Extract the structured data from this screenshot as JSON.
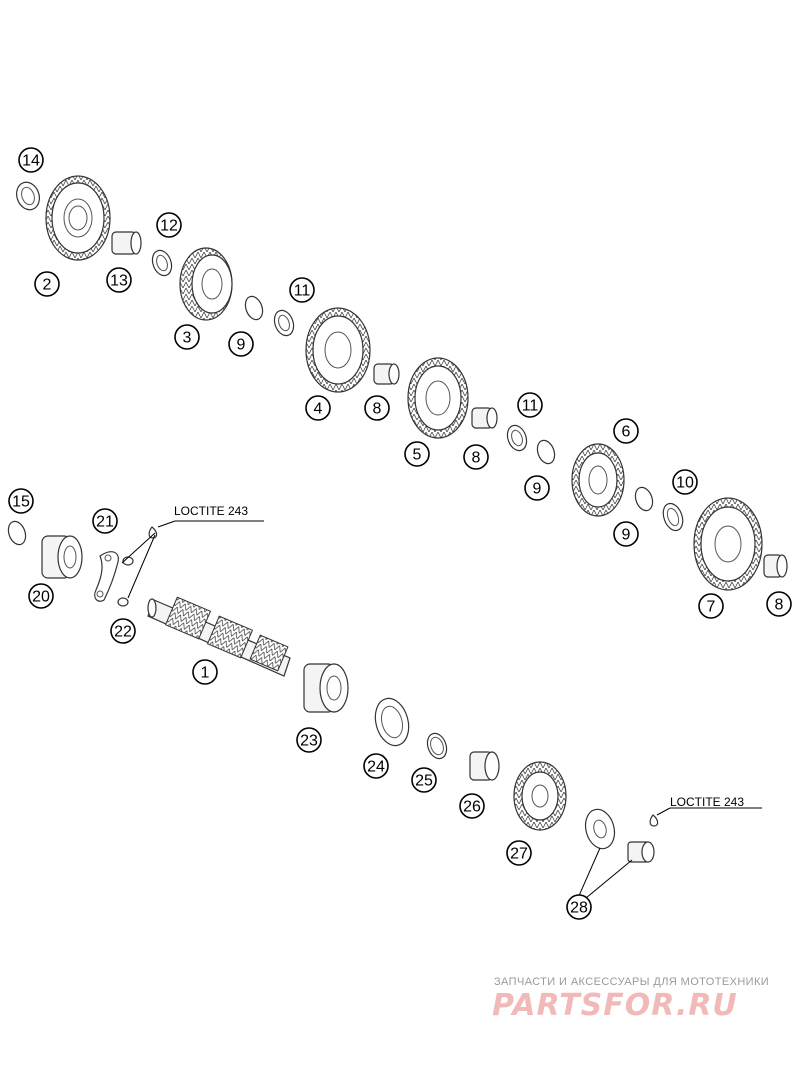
{
  "callouts": {
    "c1": "1",
    "c2": "2",
    "c3": "3",
    "c4": "4",
    "c5": "5",
    "c6": "6",
    "c7": "7",
    "c8a": "8",
    "c8b": "8",
    "c8c": "8",
    "c9a": "9",
    "c9b": "9",
    "c9c": "9",
    "c10": "10",
    "c11a": "11",
    "c11b": "11",
    "c12": "12",
    "c13": "13",
    "c14": "14",
    "c15": "15",
    "c20": "20",
    "c21": "21",
    "c22": "22",
    "c23": "23",
    "c24": "24",
    "c25": "25",
    "c26": "26",
    "c27": "27",
    "c28": "28"
  },
  "notes": {
    "loctite_1": "LOCTITE 243",
    "loctite_2": "LOCTITE 243"
  },
  "watermark": {
    "tagline": "ЗАПЧАСТИ И АКСЕССУАРЫ ДЛЯ МОТОТЕХНИКИ",
    "logo": "PARTSFOR.RU",
    "color": "#f2b9b9"
  }
}
